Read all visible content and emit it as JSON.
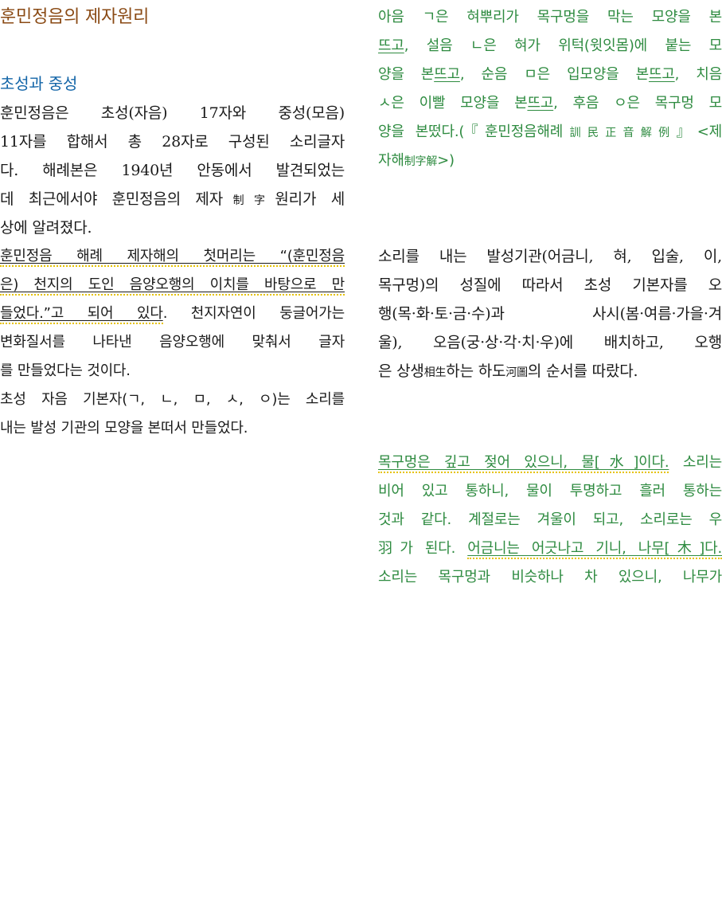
{
  "left": {
    "title": "훈민정음의 제자원리",
    "subtitle": "초성과 중성",
    "para1": {
      "lines": [
        "훈민정음은 초성(자음) 17자와 중성(모음)",
        "11자를 합해서 총 28자로 구성된 소리글자",
        "다. 해례본은 1940년 안동에서 발견되었는",
        "데 최근에서야 훈민정음의 제자",
        "制字",
        "원리가 세",
        "상에 알려졌다."
      ]
    },
    "para2": {
      "line1": "훈민정음 해례 제자해의 첫머리는 “(훈민정음",
      "line2": "은) 천지의 도인 음양오행의 이치를 바탕으로 만",
      "line3_underlined": "들었다.”고 되어 있다",
      "line3_rest": ". 천지자연이 둥글어가는",
      "line4": "변화질서를 나타낸 음양오행에 맞춰서 글자",
      "line5": "를 만들었다는 것이다."
    },
    "para3": {
      "line1": "초성 자음 기본자(ㄱ, ㄴ, ㅁ, ㅅ, ㅇ)는 소리를",
      "line2": "내는 발성 기관의 모양을 본떠서 만들었다."
    }
  },
  "right": {
    "quote1": {
      "line1": "아음 ㄱ은 혀뿌리가 목구멍을 막는 모양을 본",
      "line2_a": "뜨고",
      "line2_b": ", 설음 ㄴ은 혀가 위턱(윗잇몸)에 붙는 모",
      "line3_a": "양을 본",
      "line3_b": "뜨고",
      "line3_c": ", 순음 ㅁ은 입모양을 본",
      "line3_d": "뜨고",
      "line3_e": ", 치음",
      "line4_a": "ㅅ은 이빨 모양을 본",
      "line4_b": "뜨고",
      "line4_c": ", 후음 ㅇ은 목구멍 모",
      "line5_a": "양을 본떴다.(『훈민정음해례",
      "line5_hanja": "訓民正音解例",
      "line5_b": "』<제",
      "line6_a": "자해",
      "line6_hanja": "制字解",
      "line6_b": ">)"
    },
    "para2": {
      "line1": "소리를 내는 발성기관(어금니, 혀, 입술, 이,",
      "line2": "목구멍)의 성질에 따라서 초성 기본자를 오",
      "line3": "행(목·화·토·금·수)과 사시(봄·여름·가을·겨",
      "line4": "울), 오음(궁·상·각·치·우)에 배치하고, 오행",
      "line5_a": "은 상생",
      "line5_hanja1": "相生",
      "line5_b": "하는 하도",
      "line5_hanja2": "河圖",
      "line5_c": "의 순서를 따랐다."
    },
    "quote2": {
      "line1_underlined": "목구멍은 깊고 젖어 있으니, 물[水]이다.",
      "line1_rest": " 소리는",
      "line2": "비어 있고 통하니, 물이 투명하고 흘러 통하는",
      "line3": "것과 같다. 계절로는 겨울이 되고, 소리로는 우",
      "line4_a": "羽가 된다. ",
      "line4_underlined": "어금니는 어긋나고 기니, 나무[木]다.",
      "line5": "소리는 목구멍과 비슷하나 차 있으니, 나무가"
    }
  },
  "colors": {
    "title": "#8a4a14",
    "subtitle": "#1466a8",
    "body": "#1a1a1a",
    "quote_green": "#2e8b40",
    "highlight_underline": "#e6c200"
  }
}
